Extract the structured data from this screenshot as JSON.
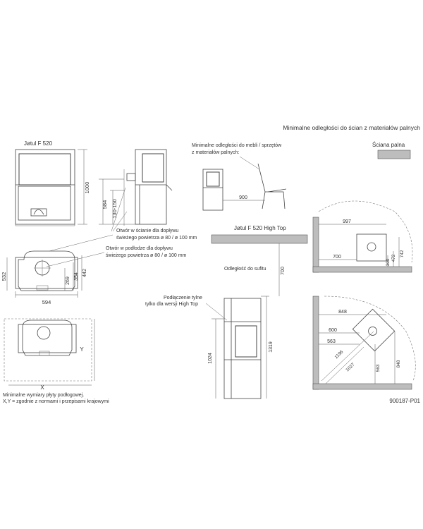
{
  "header": {
    "title": "Minimalne odległości do ścian z materiałów palnych",
    "legend_label": "Ściana palna"
  },
  "front_view": {
    "model_label": "Jøtul F 520",
    "dim_height": "1000",
    "dim_air_inlet": "584",
    "dim_air_range": "130-150"
  },
  "notes": {
    "wall_inlet": [
      "Otwór w ścianie dla dopływu",
      "świeżego powietrza ø 80 / ø 100 mm"
    ],
    "floor_inlet": [
      "Otwór w podłodze dla dopływu",
      "świeżego powietrza ø 80 / ø 100 mm"
    ],
    "furniture": [
      "Minimalne odległości do mebli / sprzętów",
      "z materiałów palnych:"
    ],
    "rear_connection": [
      "Podłączenie tylne",
      "tylko dla wersji High Top"
    ],
    "floor_plate": [
      "Minimalne wymiary płyty podłogowej.",
      "X,Y = zgodnie z normami i przepisami krajowymi"
    ]
  },
  "plan_view": {
    "dim_depth": "532",
    "dim_width": "594",
    "dim_269": "269",
    "dim_354": "354",
    "dim_442": "442"
  },
  "floor_plate": {
    "x_label": "X",
    "y_label": "Y"
  },
  "furniture": {
    "dim_900": "900"
  },
  "high_top": {
    "label": "Jøtul F 520 High Top",
    "ceiling_label": "Odległość do sufitu",
    "dim_ceiling": "700",
    "dim_1024": "1024",
    "dim_1319": "1319"
  },
  "wall_straight": {
    "dim_997": "997",
    "dim_700": "700",
    "dim_300": "300",
    "dim_472": "472",
    "dim_742": "742"
  },
  "wall_corner": {
    "dim_848_top": "848",
    "dim_600": "600",
    "dim_563_top": "563",
    "dim_1196": "1196",
    "dim_1027": "1027",
    "dim_563_side": "563",
    "dim_848_side": "848"
  },
  "footer": {
    "drawing_code": "900187-P01"
  }
}
